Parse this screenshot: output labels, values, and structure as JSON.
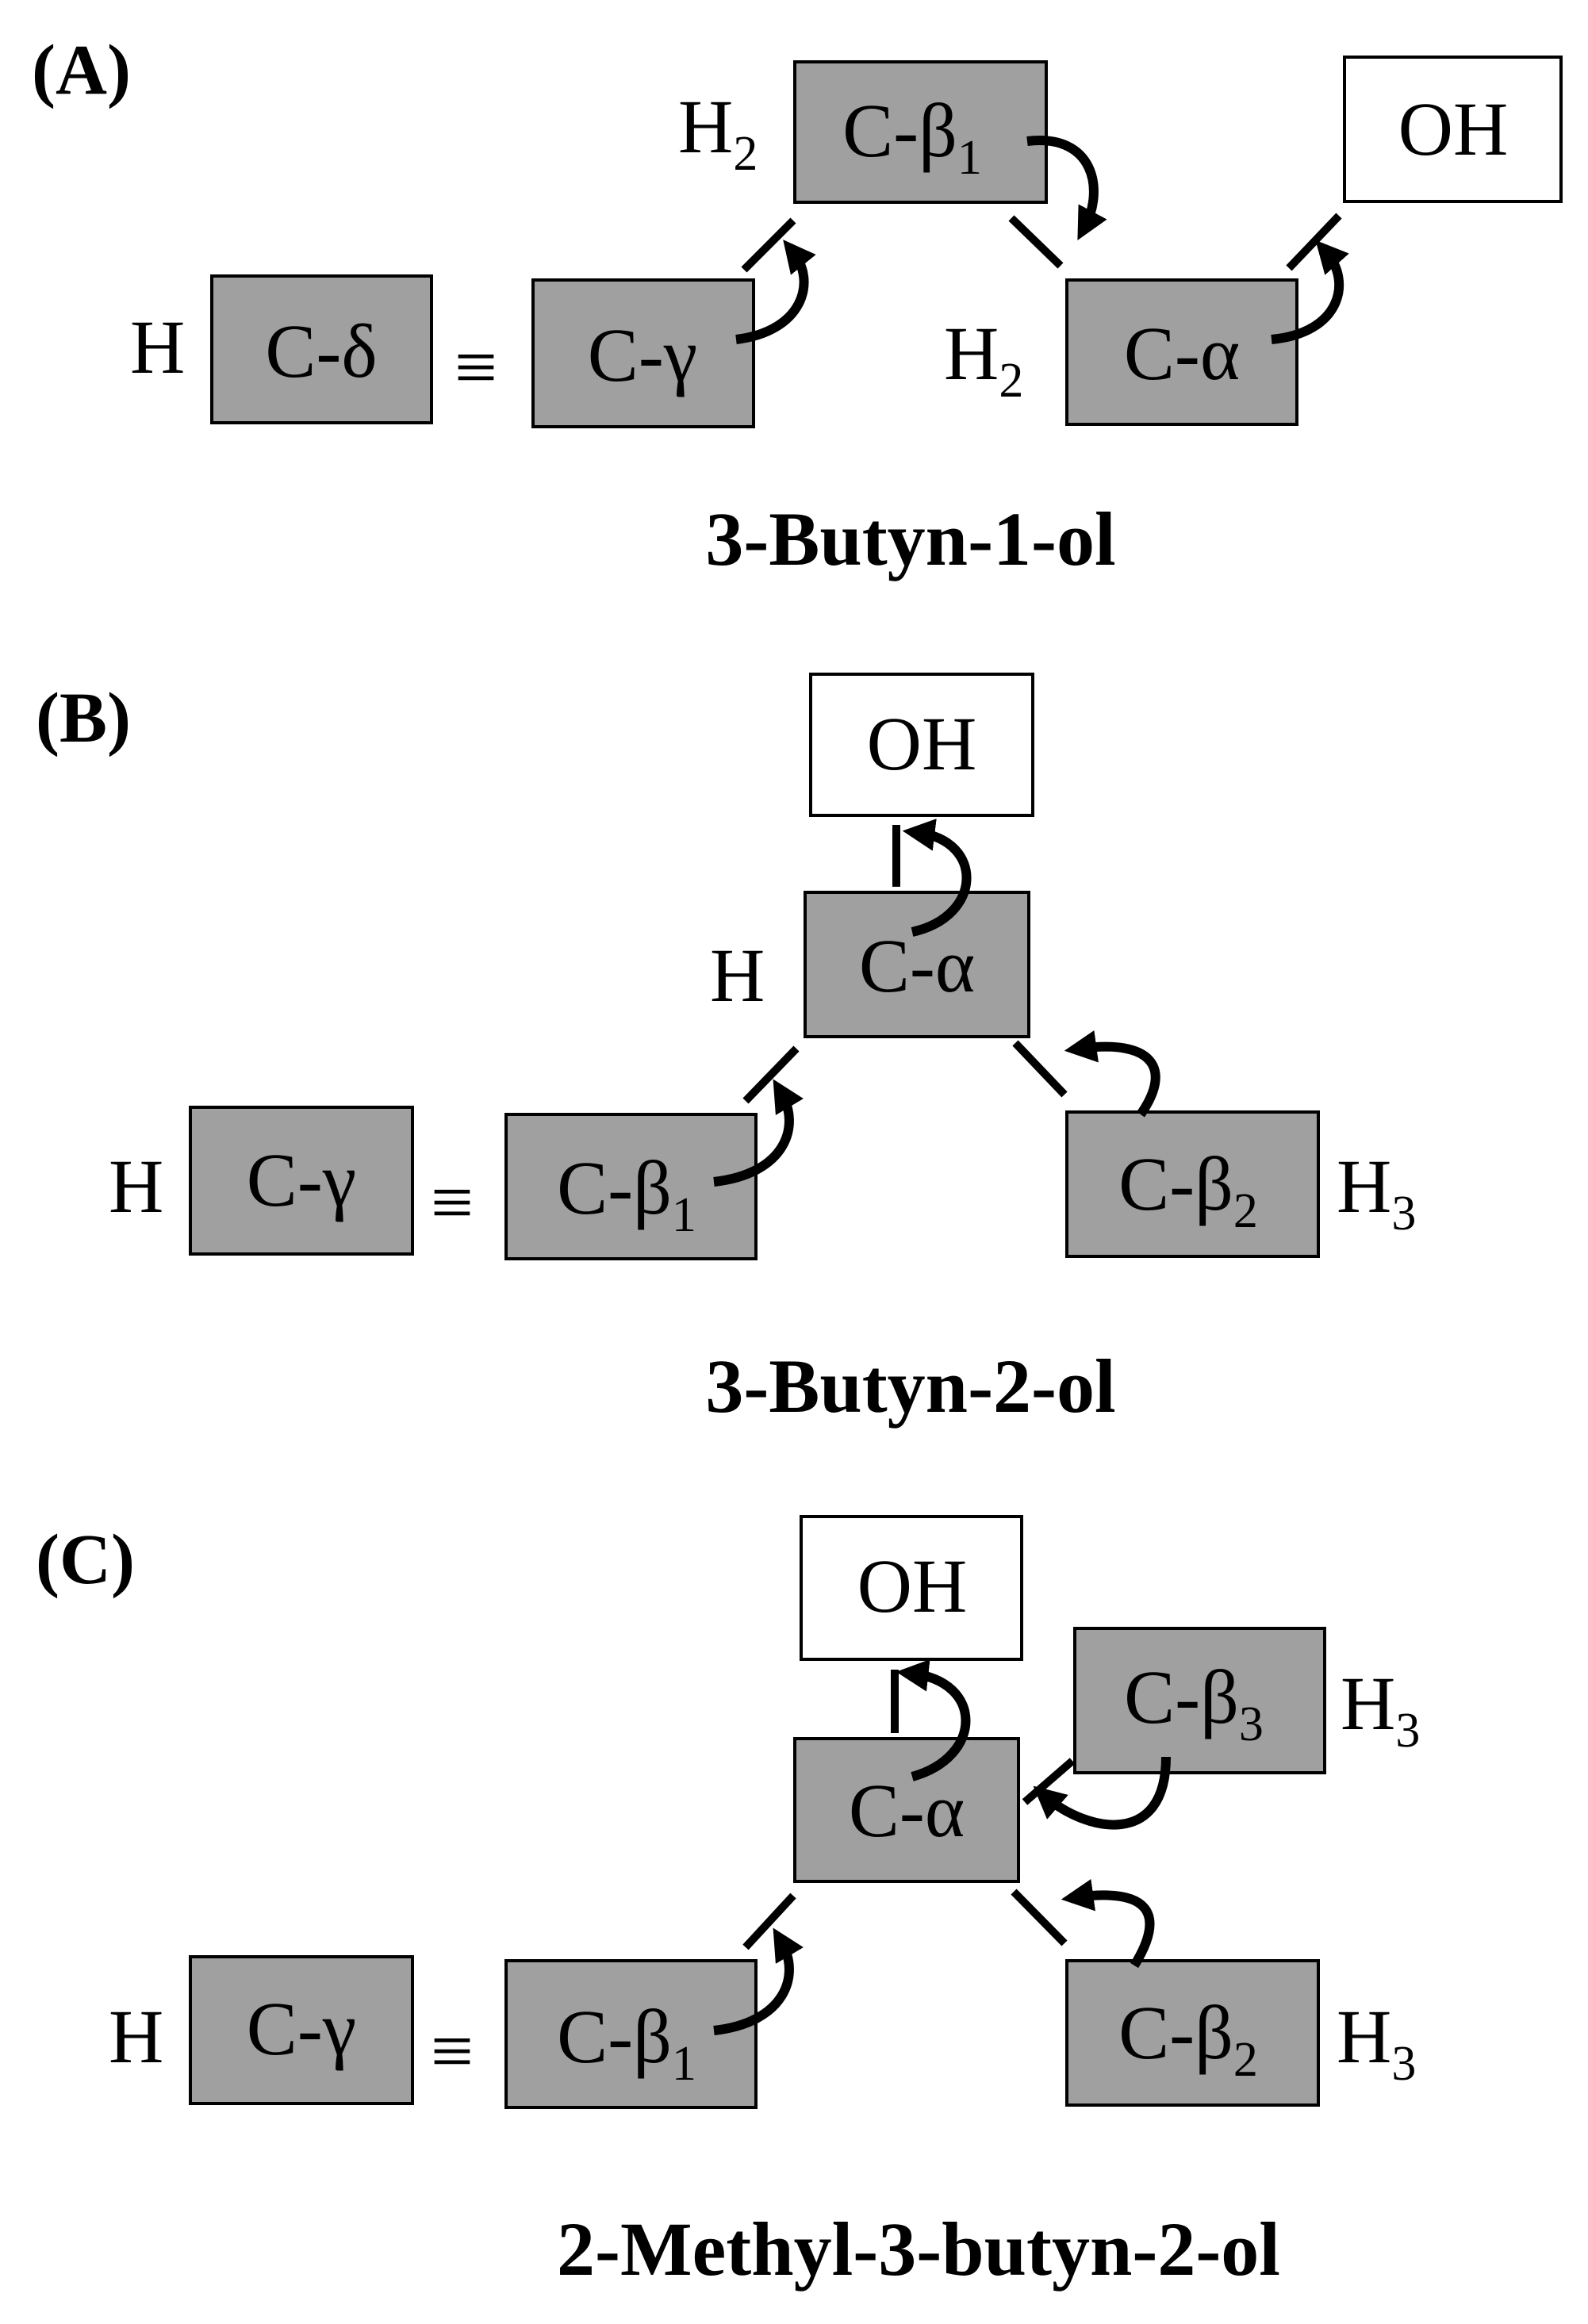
{
  "panels": [
    {
      "tag": "(A)",
      "title": "3-Butyn-1-ol",
      "atoms": {
        "c_delta": {
          "name": "C-δ",
          "sub": ""
        },
        "c_gamma": {
          "name": "C-γ",
          "sub": ""
        },
        "c_beta1": {
          "name": "C-β",
          "sub": "1"
        },
        "c_alpha": {
          "name": "C-α",
          "sub": ""
        },
        "oh": {
          "name": "OH",
          "sub": ""
        }
      },
      "hydrogens": {
        "h_delta": {
          "name": "H",
          "sub": ""
        },
        "h_beta1": {
          "name": "H",
          "sub": "2"
        },
        "h_alpha": {
          "name": "H",
          "sub": "2"
        }
      },
      "triple_bond": "≡"
    },
    {
      "tag": "(B)",
      "title": "3-Butyn-2-ol",
      "atoms": {
        "oh": {
          "name": "OH",
          "sub": ""
        },
        "c_alpha": {
          "name": "C-α",
          "sub": ""
        },
        "c_gamma": {
          "name": "C-γ",
          "sub": ""
        },
        "c_beta1": {
          "name": "C-β",
          "sub": "1"
        },
        "c_beta2": {
          "name": "C-β",
          "sub": "2"
        }
      },
      "hydrogens": {
        "h_alpha": {
          "name": "H",
          "sub": ""
        },
        "h_gamma": {
          "name": "H",
          "sub": ""
        },
        "h_beta2": {
          "name": "H",
          "sub": "3"
        }
      },
      "triple_bond": "≡"
    },
    {
      "tag": "(C)",
      "title": "2-Methyl-3-butyn-2-ol",
      "atoms": {
        "oh": {
          "name": "OH",
          "sub": ""
        },
        "c_beta3": {
          "name": "C-β",
          "sub": "3"
        },
        "c_alpha": {
          "name": "C-α",
          "sub": ""
        },
        "c_gamma": {
          "name": "C-γ",
          "sub": ""
        },
        "c_beta1": {
          "name": "C-β",
          "sub": "1"
        },
        "c_beta2": {
          "name": "C-β",
          "sub": "2"
        }
      },
      "hydrogens": {
        "h_beta3": {
          "name": "H",
          "sub": "3"
        },
        "h_gamma": {
          "name": "H",
          "sub": ""
        },
        "h_beta2": {
          "name": "H",
          "sub": "3"
        }
      },
      "triple_bond": "≡"
    }
  ],
  "colors": {
    "carbon_box": "#a0a0a0",
    "oxygen_box": "#ffffff",
    "stroke": "#000000"
  }
}
